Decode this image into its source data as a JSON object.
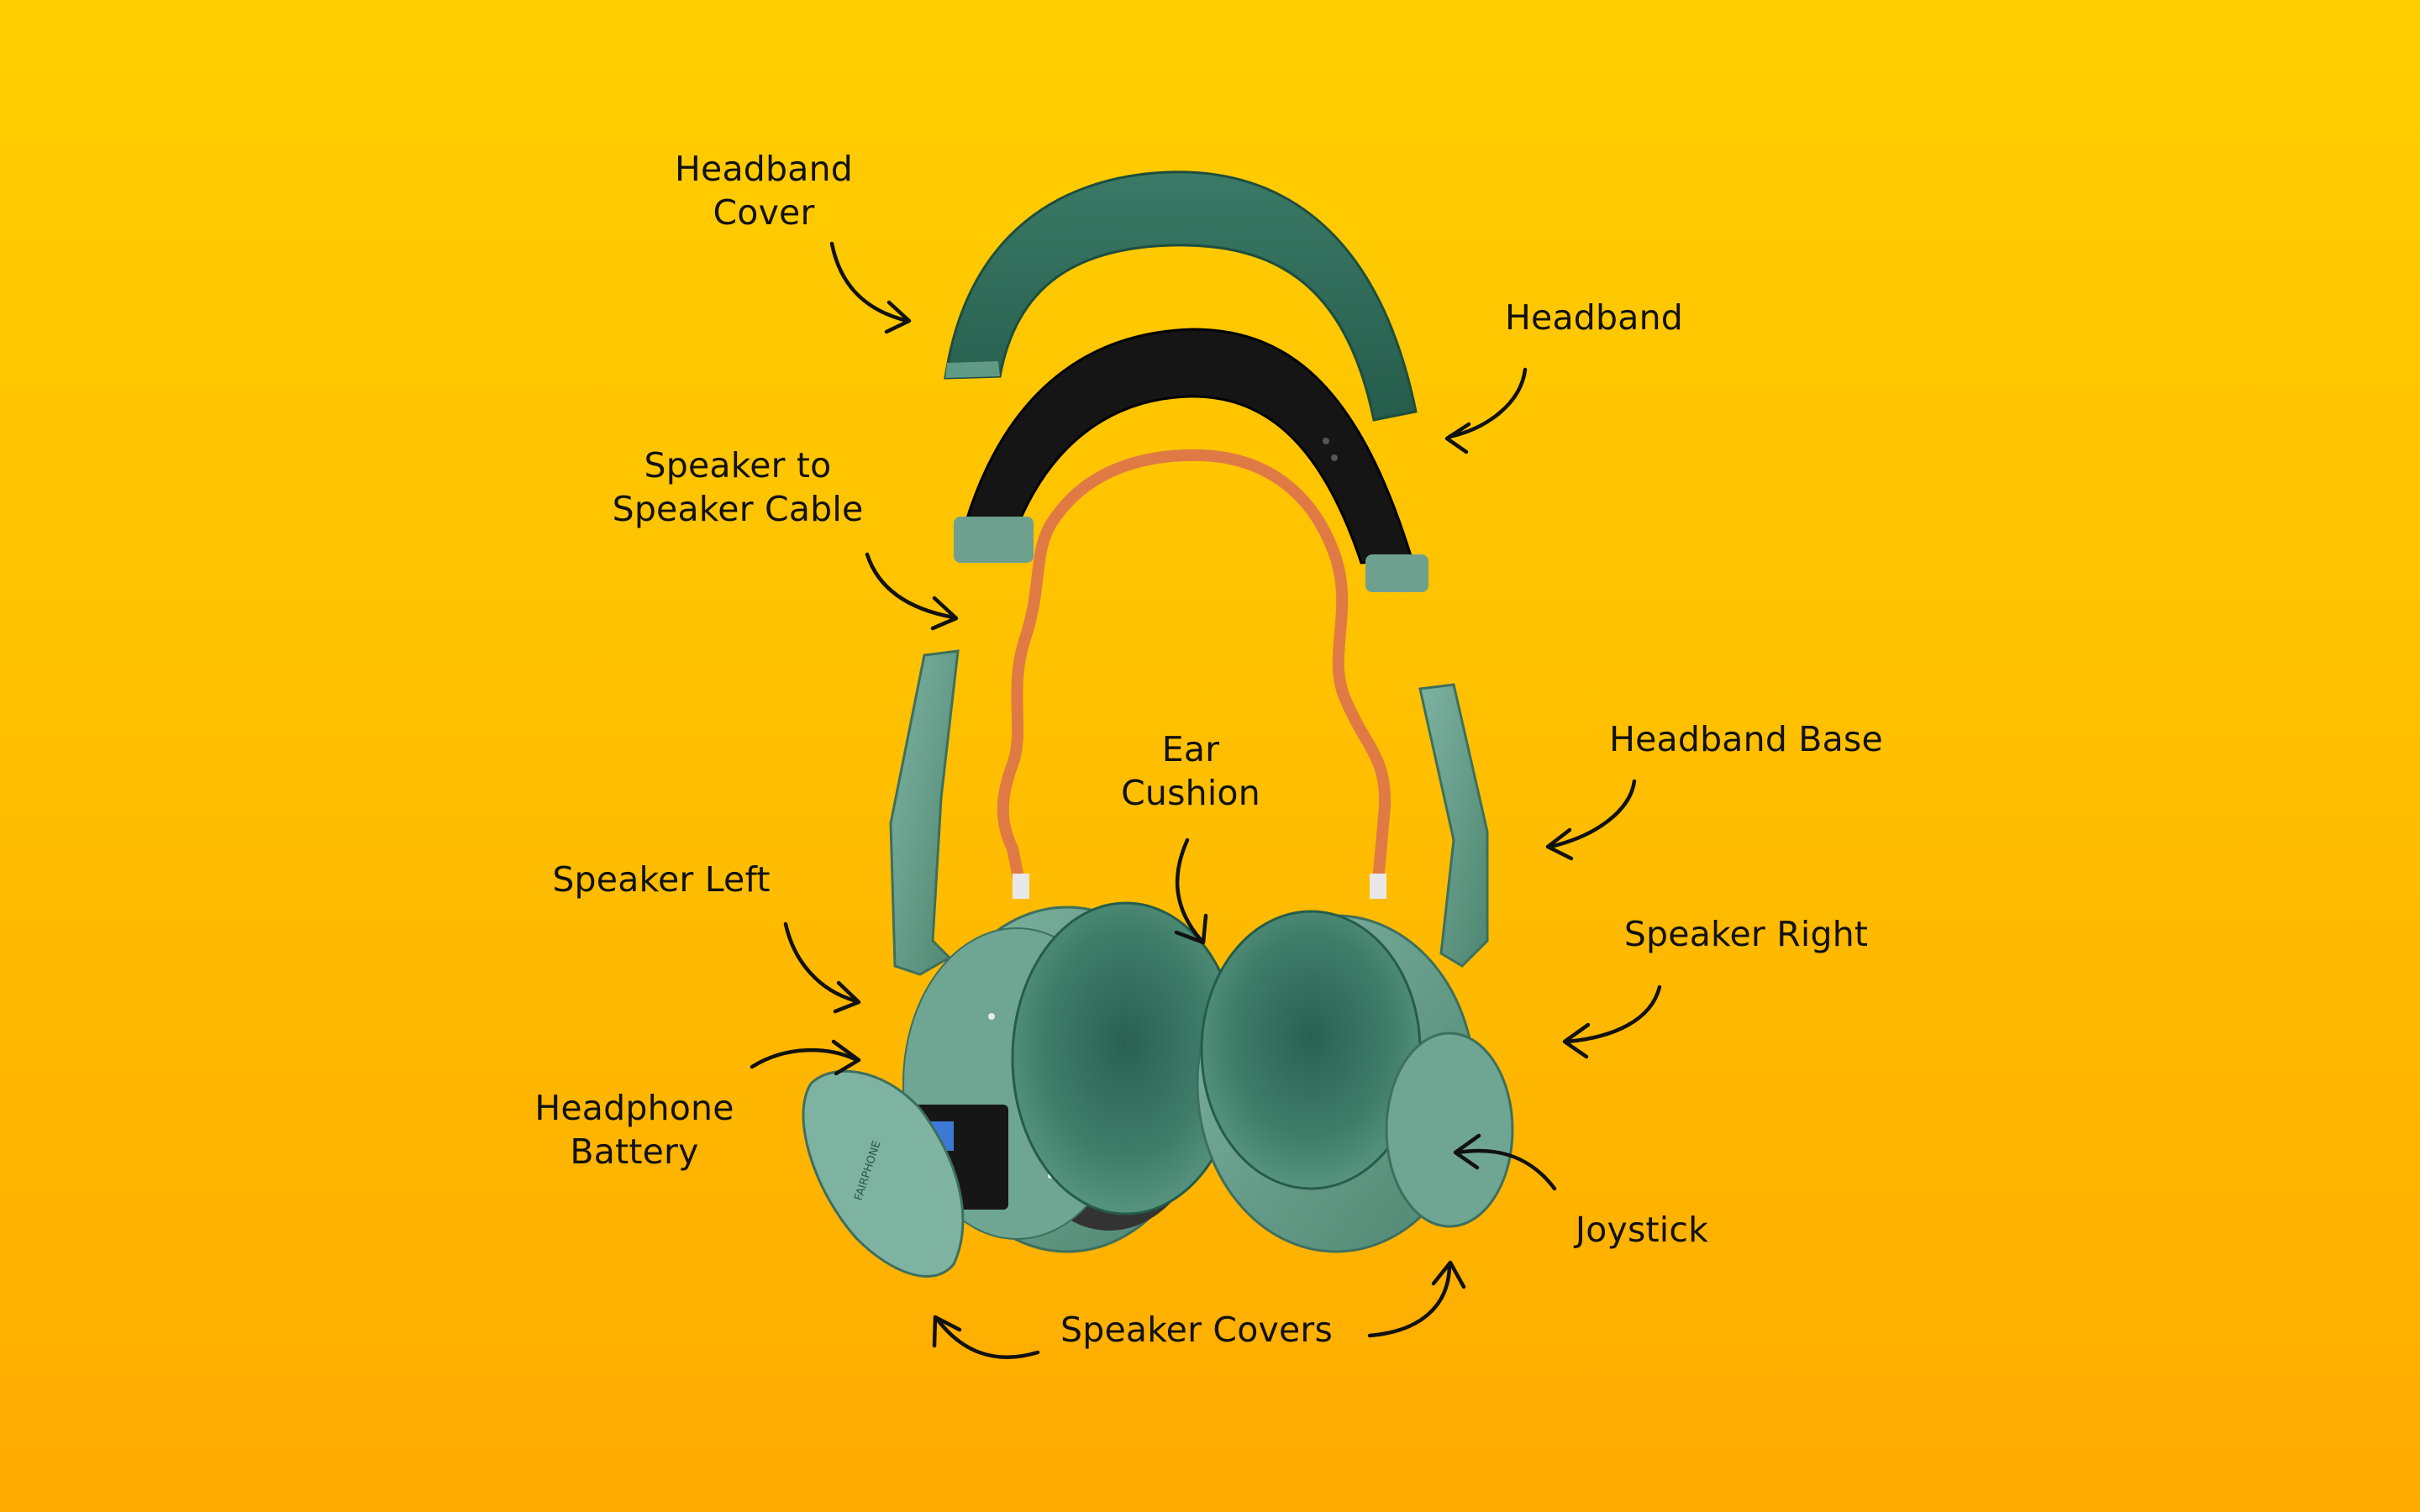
{
  "colors": {
    "background_top": "#ffce00",
    "background_bottom": "#ffab00",
    "headphone_green": "#5f9a86",
    "headphone_dark_green": "#2f6a58",
    "headband_black": "#151515",
    "cable_orange": "#e07a45",
    "label_text": "#111111"
  },
  "product": {
    "brand_on_cover": "FAIRPHONE"
  },
  "labels": {
    "headband_cover": [
      "Headband",
      "Cover"
    ],
    "headband": "Headband",
    "speaker_cable": [
      "Speaker to",
      "Speaker Cable"
    ],
    "ear_cushion": [
      "Ear",
      "Cushion"
    ],
    "headband_base": "Headband Base",
    "speaker_left": "Speaker Left",
    "speaker_right": "Speaker Right",
    "headphone_battery": [
      "Headphone",
      "Battery"
    ],
    "joystick": "Joystick",
    "speaker_covers": "Speaker Covers"
  }
}
